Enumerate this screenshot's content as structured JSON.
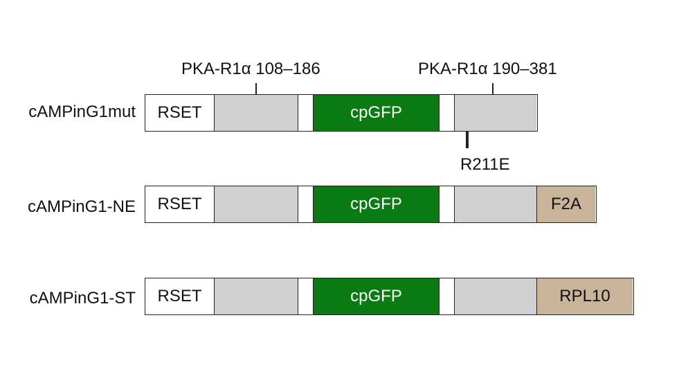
{
  "annotations": {
    "pka_domain_1": "PKA-R1α 108–186",
    "pka_domain_2": "PKA-R1α 190–381",
    "mutation": "R211E"
  },
  "constructs": [
    {
      "name": "cAMPinG1mut",
      "segments": {
        "rset": "RSET",
        "gfp": "cpGFP",
        "tag": ""
      }
    },
    {
      "name": "cAMPinG1-NE",
      "segments": {
        "rset": "RSET",
        "gfp": "cpGFP",
        "tag": "F2A"
      }
    },
    {
      "name": "cAMPinG1-ST",
      "segments": {
        "rset": "RSET",
        "gfp": "cpGFP",
        "tag": "RPL10"
      }
    }
  ],
  "colors": {
    "cpGFP": "#0a7a12",
    "pka_domain": "#d0d0d0",
    "tag": "#c9b49a",
    "rset": "#ffffff"
  }
}
